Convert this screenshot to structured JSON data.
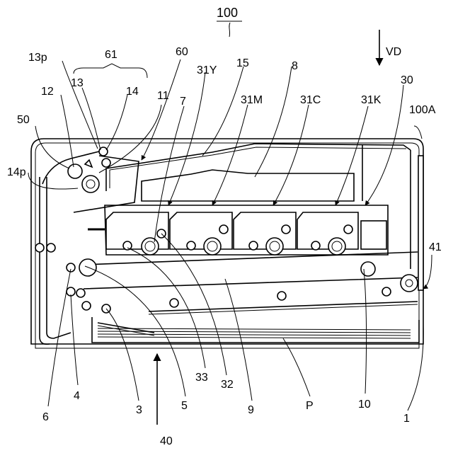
{
  "figure": {
    "title": "100",
    "direction_label": "VD"
  },
  "labels": {
    "l100A": "100A",
    "l61": "61",
    "l13p": "13p",
    "l13": "13",
    "l14": "14",
    "l11": "11",
    "l12": "12",
    "l50": "50",
    "l14p": "14p",
    "l60": "60",
    "l31Y": "31Y",
    "l15": "15",
    "l7": "7",
    "l8": "8",
    "l31M": "31M",
    "l31C": "31C",
    "l31K": "31K",
    "l30": "30",
    "l41": "41",
    "l6": "6",
    "l4": "4",
    "l3": "3",
    "l40": "40",
    "l5": "5",
    "l33": "33",
    "l32": "32",
    "l9": "9",
    "lP": "P",
    "l10": "10",
    "l1": "1"
  },
  "style": {
    "line_color": "#000000",
    "background": "#ffffff"
  }
}
